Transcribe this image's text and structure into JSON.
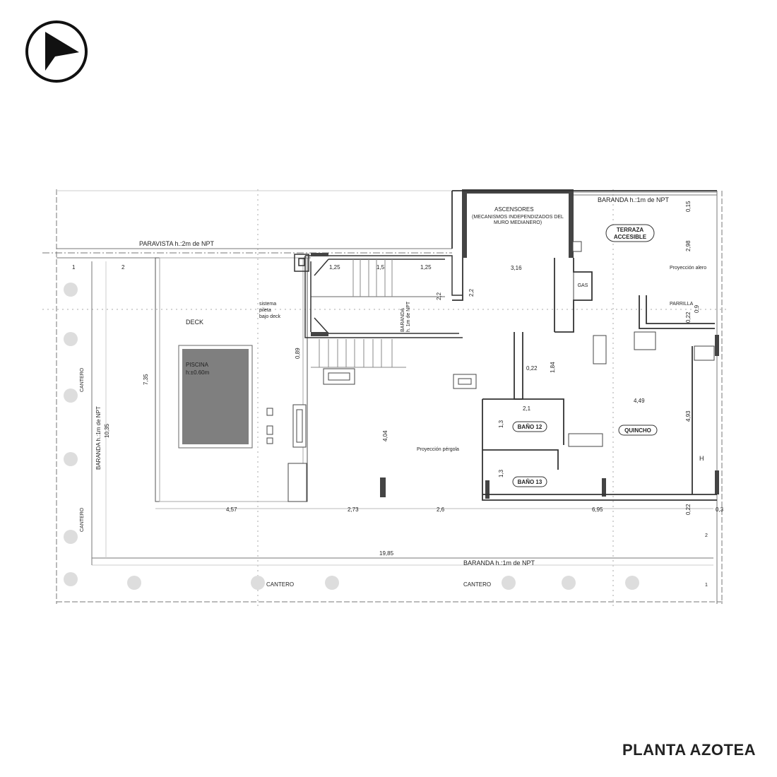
{
  "north_arrow": {
    "icon": "north-arrow-icon"
  },
  "title": "PLANTA AZOTEA",
  "labels": {
    "paravista": "PARAVISTA h.:2m de NPT",
    "grid_1": "1",
    "grid_2": "2",
    "deck": "DECK",
    "sistema": "sistema",
    "pileta": "pileta",
    "bajo_deck": "bajo deck",
    "piscina": "PISCINA",
    "piscina_h": "h:±0.60m",
    "ascensores": "ASCENSORES",
    "mecanismos_1": "(MECANISMOS INDEPENDIZADOS DEL",
    "mecanismos_2": "MURO MEDIANERO)",
    "gas": "GAS",
    "baranda_top": "BARANDA h.:1m de NPT",
    "terraza_1": "TERRAZA",
    "terraza_2": "ACCESIBLE",
    "proyeccion_alero": "Proyección alero",
    "parrilla": "PARRILLA",
    "baranda_stair_1": "BARANDA",
    "baranda_stair_2": "h. 1m de NPT",
    "bano12": "BAÑO 12",
    "bano13": "BAÑO 13",
    "quincho": "QUINCHO",
    "h": "H",
    "proyeccion_pergola": "Proyección pérgola",
    "baranda_left": "BARANDA h.:1m de NPT",
    "cantero_left_1": "CANTERO",
    "cantero_left_2": "CANTERO",
    "cantero_bottom_1": "CANTERO",
    "cantero_bottom_2": "CANTERO",
    "baranda_bottom": "BARANDA h.:1m de NPT",
    "grid_right_2": "2",
    "grid_right_1": "1"
  },
  "dimensions": {
    "d_7_35": "7,35",
    "d_0_89": "0,89",
    "d_1_25a": "1,25",
    "d_1_5": "1,5",
    "d_1_25b": "1,25",
    "d_2_2a": "2,2",
    "d_2_2b": "2,2",
    "d_3_16": "3,16",
    "d_0_15": "0,15",
    "d_2_98": "2,98",
    "d_0_22a": "0,22",
    "d_0_9": "0,9",
    "d_0_22b": "0,22",
    "d_1_84": "1,84",
    "d_2_1": "2,1",
    "d_4_49": "4,49",
    "d_4_93": "4,93",
    "d_1_3a": "1,3",
    "d_1_3b": "1,3",
    "d_4_04": "4,04",
    "d_4_57": "4,57",
    "d_2_73": "2,73",
    "d_2_6": "2,6",
    "d_6_95": "6,95",
    "d_0_22c": "0,22",
    "d_0_3": "0,3",
    "d_10_35": "10,35",
    "d_19_85": "19,85"
  },
  "colors": {
    "wall": "#333333",
    "pool": "#7f7f7f",
    "line": "#999999"
  }
}
